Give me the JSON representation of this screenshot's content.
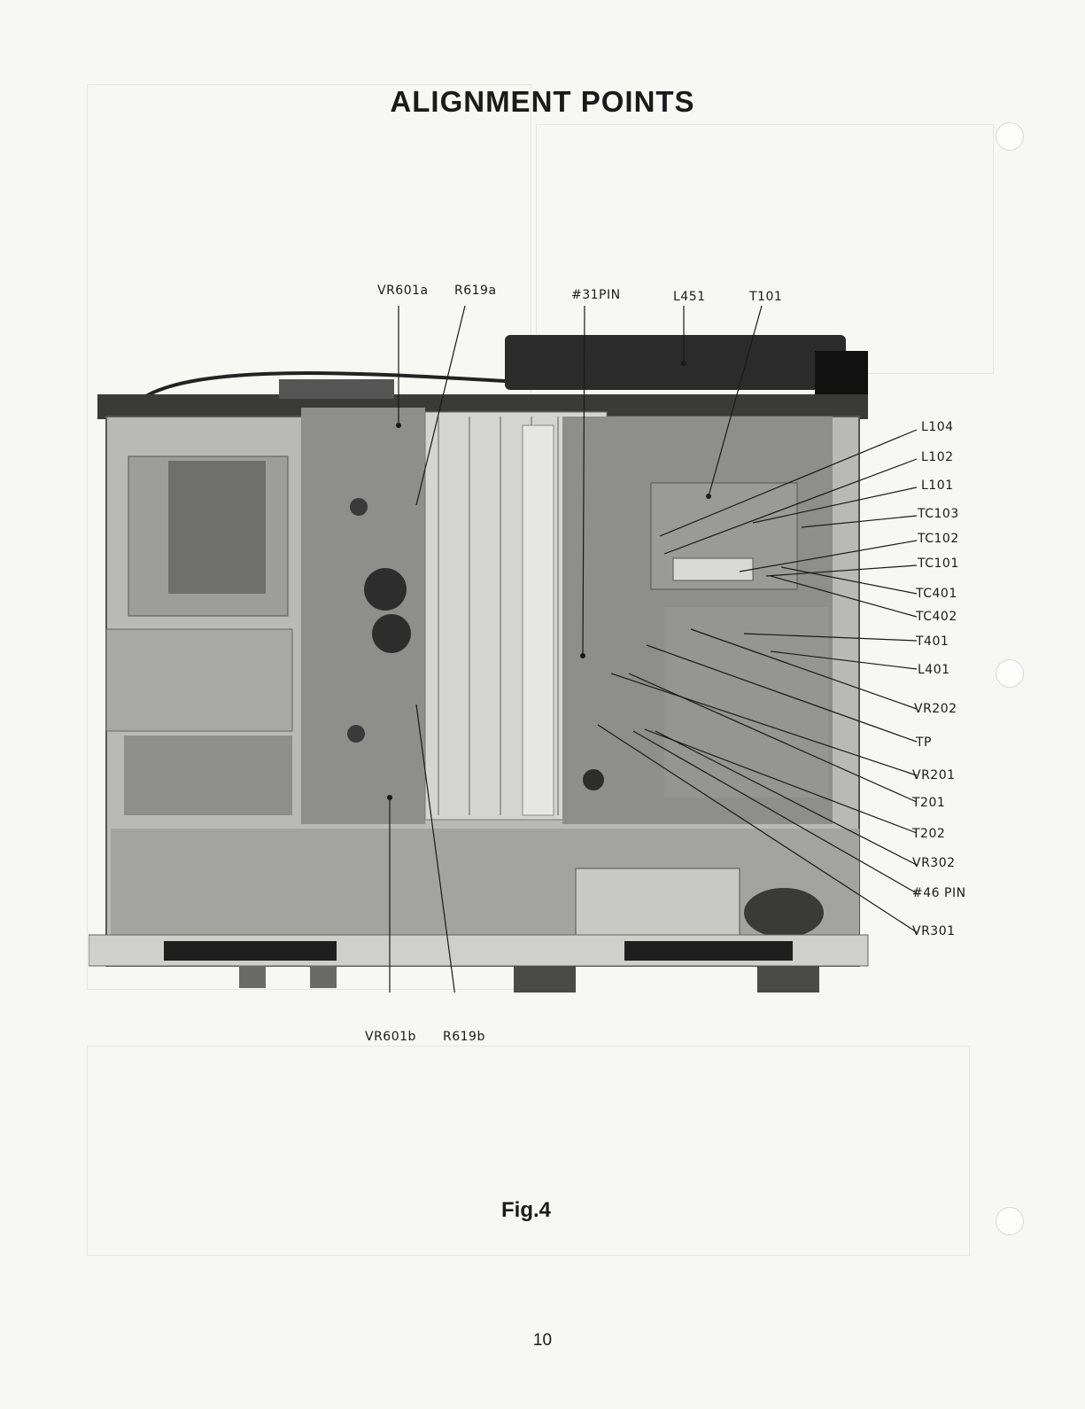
{
  "page": {
    "title": "ALIGNMENT POINTS",
    "figure_caption": "Fig.4",
    "page_number": "10"
  },
  "figure": {
    "callouts_top": [
      "VR601a",
      "R619a",
      "#31PIN",
      "L451",
      "T101"
    ],
    "callouts_right": [
      "L104",
      "L102",
      "L101",
      "TC103",
      "TC102",
      "TC101",
      "TC401",
      "TC402",
      "T401",
      "L401",
      "VR202",
      "TP",
      "VR201",
      "T201",
      "T202",
      "VR302",
      "#46 PIN",
      "VR301"
    ],
    "callouts_bottom": [
      "VR601b",
      "R619b"
    ]
  },
  "colors": {
    "paper": "#f7f7f4",
    "ink": "#1a1a1a",
    "chassis": "#b9b9b6",
    "pcb": "#8e8e8a",
    "heatsink": "#d4d4d0"
  }
}
